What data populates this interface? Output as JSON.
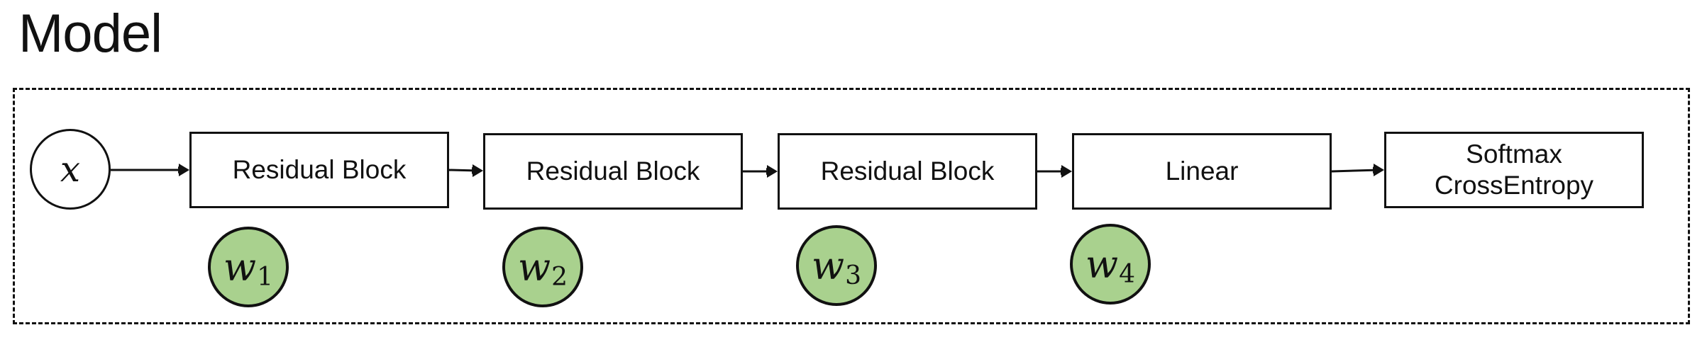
{
  "title": "Model",
  "input": {
    "symbol": "x"
  },
  "blocks": [
    {
      "label": "Residual Block"
    },
    {
      "label": "Residual Block"
    },
    {
      "label": "Residual Block"
    },
    {
      "label": "Linear"
    },
    {
      "line1": "Softmax",
      "line2": "CrossEntropy"
    }
  ],
  "weights": [
    {
      "base": "w",
      "sub": "1"
    },
    {
      "base": "w",
      "sub": "2"
    },
    {
      "base": "w",
      "sub": "3"
    },
    {
      "base": "w",
      "sub": "4"
    }
  ],
  "colors": {
    "weight_fill": "#a9d18e",
    "stroke": "#111111"
  }
}
